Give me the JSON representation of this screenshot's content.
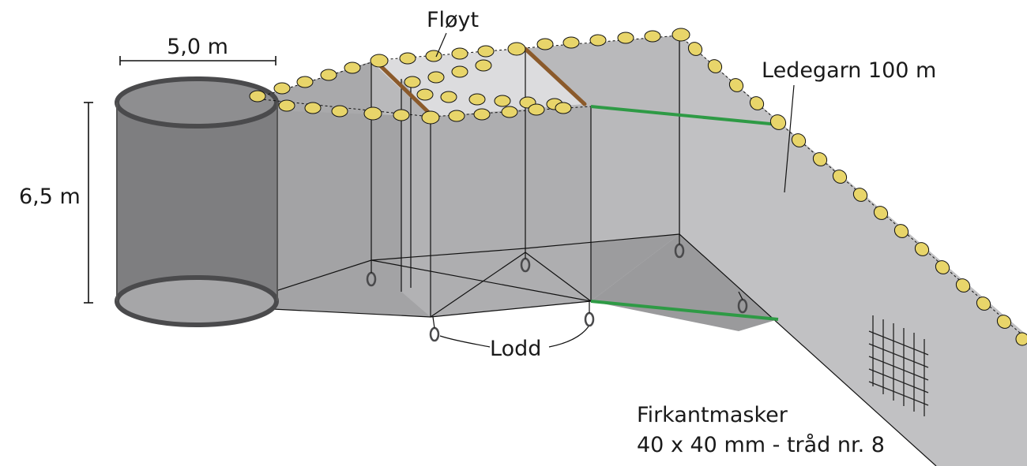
{
  "labels": {
    "width": "5,0 m",
    "height": "6,5 m",
    "float": "Fløyt",
    "lead_net": "Ledegarn 100 m",
    "weights": "Lodd",
    "mesh_line1": "Firkantmasker",
    "mesh_line2": "40 x 40 mm - tråd nr. 8"
  },
  "colors": {
    "float_yellow": "#e8d56a",
    "rope_green": "#2e9a45",
    "rope_brown": "#8b5a2b",
    "net_light": "#c4c4c6",
    "net_mid": "#a8a8aa",
    "net_dark": "#8e8e90",
    "ring": "#5a5a5c"
  }
}
